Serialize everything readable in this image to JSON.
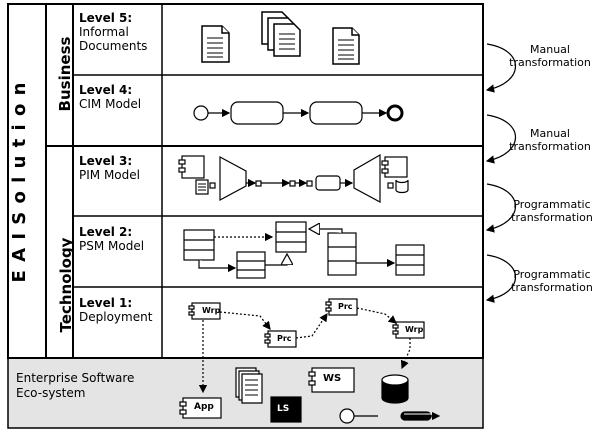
{
  "solution_label": "E A I   S o l u t i o n",
  "band_business": "Business",
  "band_technology": "Technology",
  "levels": [
    {
      "title": "Level 5:",
      "name_line1": "Informal",
      "name_line2": "Documents"
    },
    {
      "title": "Level 4:",
      "name_line1": "CIM Model",
      "name_line2": ""
    },
    {
      "title": "Level 3:",
      "name_line1": "PIM Model",
      "name_line2": ""
    },
    {
      "title": "Level 2:",
      "name_line1": "PSM Model",
      "name_line2": ""
    },
    {
      "title": "Level 1:",
      "name_line1": "Deployment",
      "name_line2": ""
    }
  ],
  "transformations": [
    {
      "line1": "Manual",
      "line2": "transformation"
    },
    {
      "line1": "Manual",
      "line2": "transformation"
    },
    {
      "line1": "Programmatic",
      "line2": "transformation"
    },
    {
      "line1": "Programmatic",
      "line2": "transformation"
    }
  ],
  "ecosystem": {
    "line1": "Enterprise Software",
    "line2": "Eco-system"
  },
  "component_labels": {
    "wrp": "Wrp",
    "prc": "Prc",
    "app": "App",
    "ws": "WS",
    "ls": "LS"
  }
}
